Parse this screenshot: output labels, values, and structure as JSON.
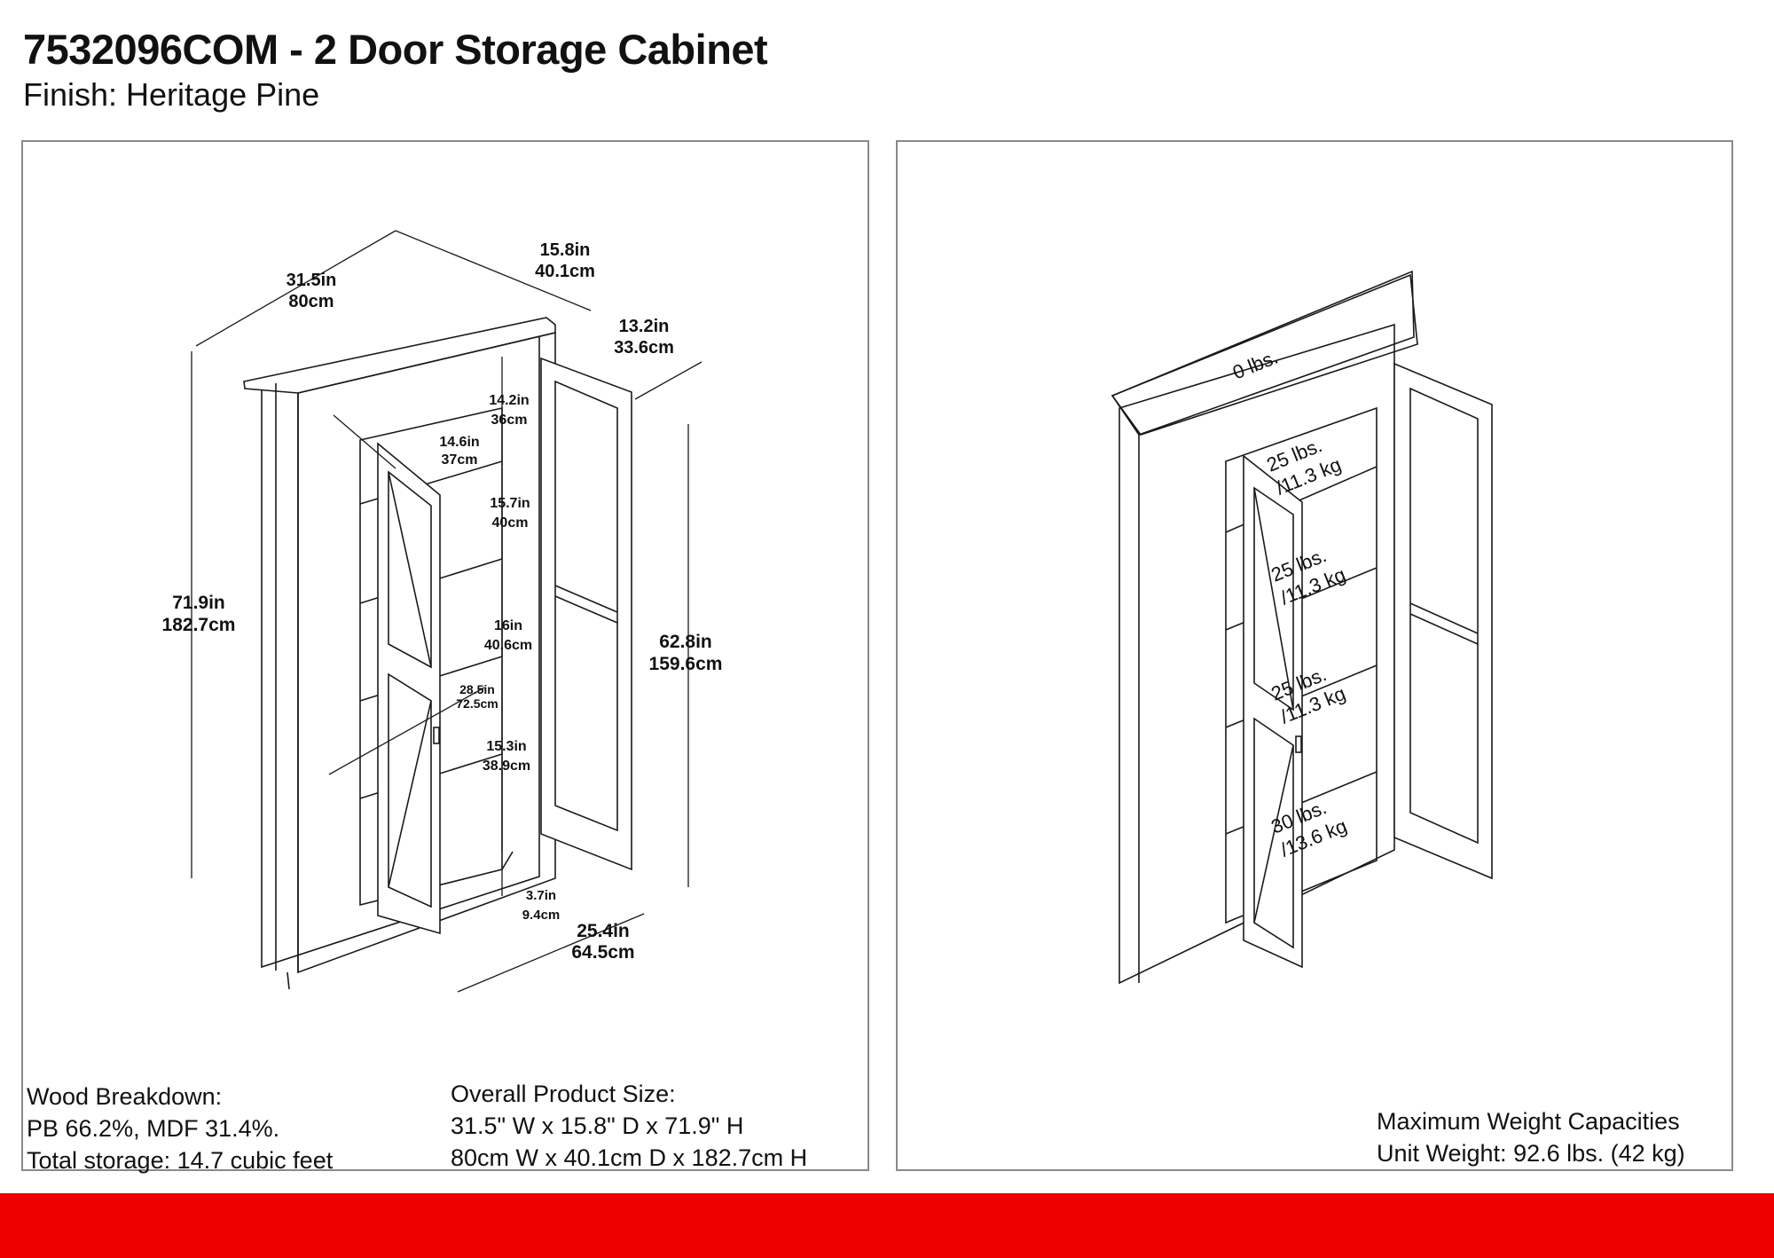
{
  "header": {
    "title": "7532096COM - 2 Door Storage Cabinet",
    "finish": "Finish:  Heritage Pine"
  },
  "dimensions_diagram": {
    "width": [
      "31.5in",
      "80cm"
    ],
    "depth": [
      "15.8in",
      "40.1cm"
    ],
    "inner_depth": [
      "13.2in",
      "33.6cm"
    ],
    "height": [
      "71.9in",
      "182.7cm"
    ],
    "inner_height": [
      "62.8in",
      "159.6cm"
    ],
    "shelf_1": [
      "14.2in",
      "36cm"
    ],
    "shelf_1_depth": [
      "14.6in",
      "37cm"
    ],
    "shelf_2": [
      "15.7in",
      "40cm"
    ],
    "shelf_3": [
      "16in",
      "40.6cm"
    ],
    "inner_width": [
      "28.5in",
      "72.5cm"
    ],
    "shelf_4": [
      "15.3in",
      "38.9cm"
    ],
    "leg": [
      "3.7in",
      "9.4cm"
    ],
    "door_open_depth": [
      "25.4in",
      "64.5cm"
    ]
  },
  "weight_diagram": {
    "top": "0 lbs.",
    "shelves": [
      [
        "25 lbs.",
        "/11.3 kg"
      ],
      [
        "25 lbs.",
        "/11.3 kg"
      ],
      [
        "25 lbs.",
        "/11.3 kg"
      ],
      [
        "30 lbs.",
        "/13.6 kg"
      ]
    ]
  },
  "wood_breakdown": {
    "heading": "Wood Breakdown:",
    "materials": "PB 66.2%,  MDF 31.4%.",
    "storage": "Total storage: 14.7 cubic feet"
  },
  "overall_size": {
    "heading": "Overall Product Size:",
    "imperial": "31.5\" W x 15.8\" D x 71.9\" H",
    "metric": "80cm W x 40.1cm D x 182.7cm H"
  },
  "capacities": {
    "heading": "Maximum Weight Capacities",
    "unit_weight": "Unit Weight: 92.6 lbs. (42 kg)"
  },
  "colors": {
    "accent_bar": "#ee0000",
    "panel_border": "#8a8a8a"
  }
}
